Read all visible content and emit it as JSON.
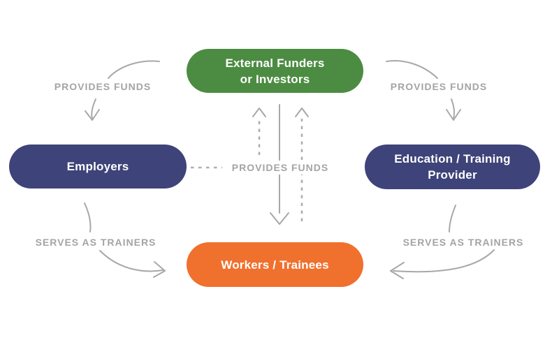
{
  "diagram": {
    "colors": {
      "green": "#4c8c42",
      "navy": "#3e4379",
      "orange": "#f0702e",
      "label_gray": "#a4a4a4",
      "arrow_gray": "#a8a8a8",
      "background": "#ffffff"
    },
    "nodes": {
      "external_funders": {
        "lines": [
          "External Funders",
          "or Investors"
        ],
        "color": "#4c8c42"
      },
      "employers": {
        "lines": [
          "Employers"
        ],
        "color": "#3e4379"
      },
      "education_provider": {
        "lines": [
          "Education / Training",
          "Provider"
        ],
        "color": "#3e4379"
      },
      "workers_trainees": {
        "lines": [
          "Workers / Trainees"
        ],
        "color": "#f0702e"
      }
    },
    "edge_labels": {
      "provides_funds_left": "PROVIDES FUNDS",
      "provides_funds_right": "PROVIDES FUNDS",
      "provides_funds_center": "PROVIDES FUNDS",
      "serves_as_trainers_left": "SERVES AS TRAINERS",
      "serves_as_trainers_right": "SERVES AS TRAINERS"
    }
  }
}
